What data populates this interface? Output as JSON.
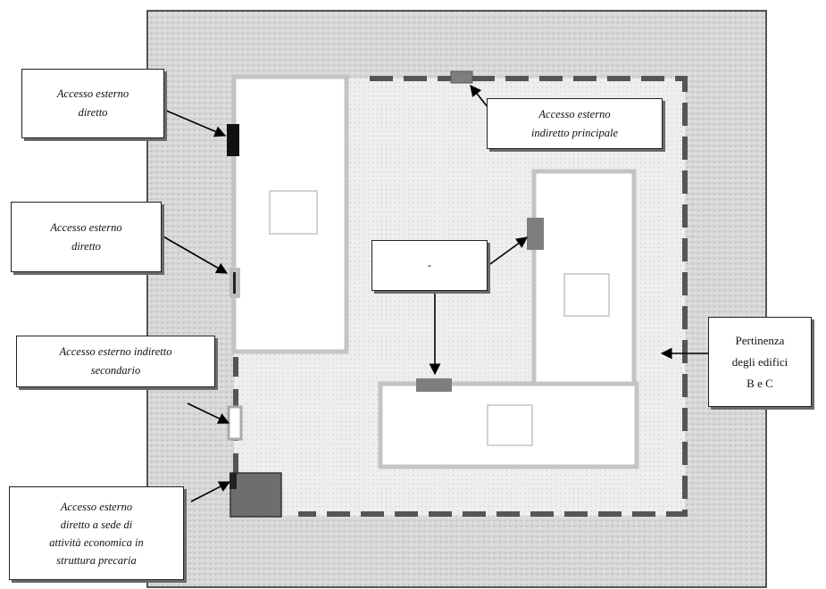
{
  "labels": {
    "access_direct_1": "Accesso esterno\ndiretto",
    "access_indirect_main": "Accesso esterno\nindiretto principale",
    "access_direct_2": "Accesso esterno\ndiretto",
    "access_indirect_secondary": "Accesso esterno indiretto\nsecondario",
    "access_precarious": "Accesso esterno\ndiretto a sede di\nattività economica in\nstruttura precaria",
    "appurtenance": "Pertinenza\ndegli edifici\nB e C",
    "central_box": "-"
  },
  "colors": {
    "outer_area": "#d7d7d7",
    "courtyard": "#ececec",
    "building_border": "#c4c4c4",
    "dashed_boundary": "#555555",
    "access_dark": "#111111",
    "access_gray": "#7e7e7e",
    "access_light": "#bdbdbd",
    "precarious_structure": "#6e6e6e"
  }
}
